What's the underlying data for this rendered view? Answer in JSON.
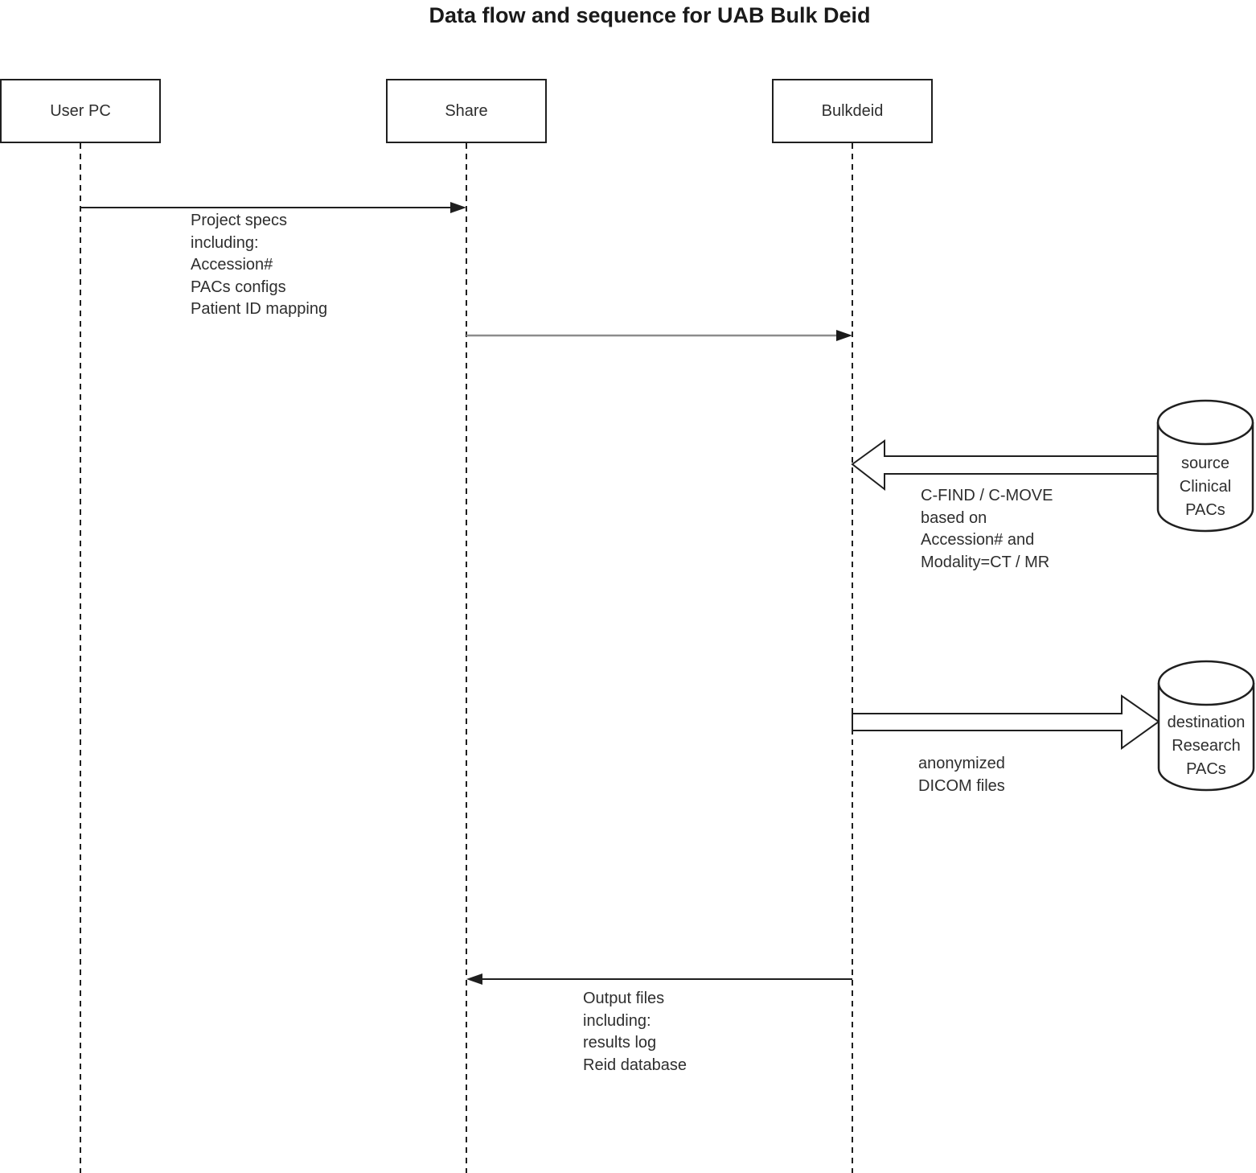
{
  "diagram": {
    "title": "Data flow and sequence for UAB Bulk Deid",
    "type": "sequence-diagram"
  },
  "actors": [
    {
      "label": "User PC"
    },
    {
      "label": "Share"
    },
    {
      "label": "Bulkdeid"
    }
  ],
  "datastores": [
    {
      "lines": [
        "source",
        "Clinical",
        "PACs"
      ]
    },
    {
      "lines": [
        "destination",
        "Research",
        "PACs"
      ]
    }
  ],
  "messages": [
    {
      "from": "User PC",
      "to": "Share",
      "lines": [
        "Project specs",
        "including:",
        "Accession#",
        "PACs configs",
        "Patient ID mapping"
      ]
    },
    {
      "from": "Share",
      "to": "Bulkdeid",
      "lines": []
    },
    {
      "from": "source Clinical PACs",
      "to": "Bulkdeid",
      "lines": [
        "C-FIND / C-MOVE",
        "based on",
        "Accession# and",
        "Modality=CT / MR"
      ]
    },
    {
      "from": "Bulkdeid",
      "to": "destination Research PACs",
      "lines": [
        "anonymized",
        "DICOM files"
      ]
    },
    {
      "from": "Bulkdeid",
      "to": "Share",
      "lines": [
        "Output files",
        "including:",
        "results log",
        "Reid database"
      ]
    }
  ],
  "colors": {
    "stroke": "#1f1f1f",
    "secondary_line": "#8c8c8c",
    "text": "#2e2e2e",
    "background": "#ffffff"
  }
}
